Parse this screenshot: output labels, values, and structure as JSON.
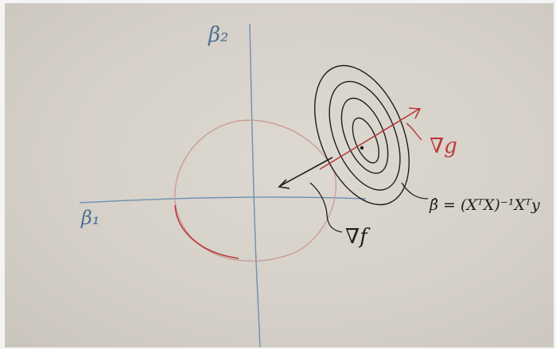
{
  "board": {
    "axis_y_label": "β₂",
    "axis_x_label": "β₁",
    "grad_g_label": "∇g",
    "grad_f_label": "∇f",
    "estimator_formula": "β̂ = (XᵀX)⁻¹Xᵀy",
    "colors": {
      "blue_marker": "#5a7fa6",
      "red_marker": "#b83a3a",
      "black_marker": "#1e1e1e",
      "pink_circle": "#c99a94"
    }
  }
}
